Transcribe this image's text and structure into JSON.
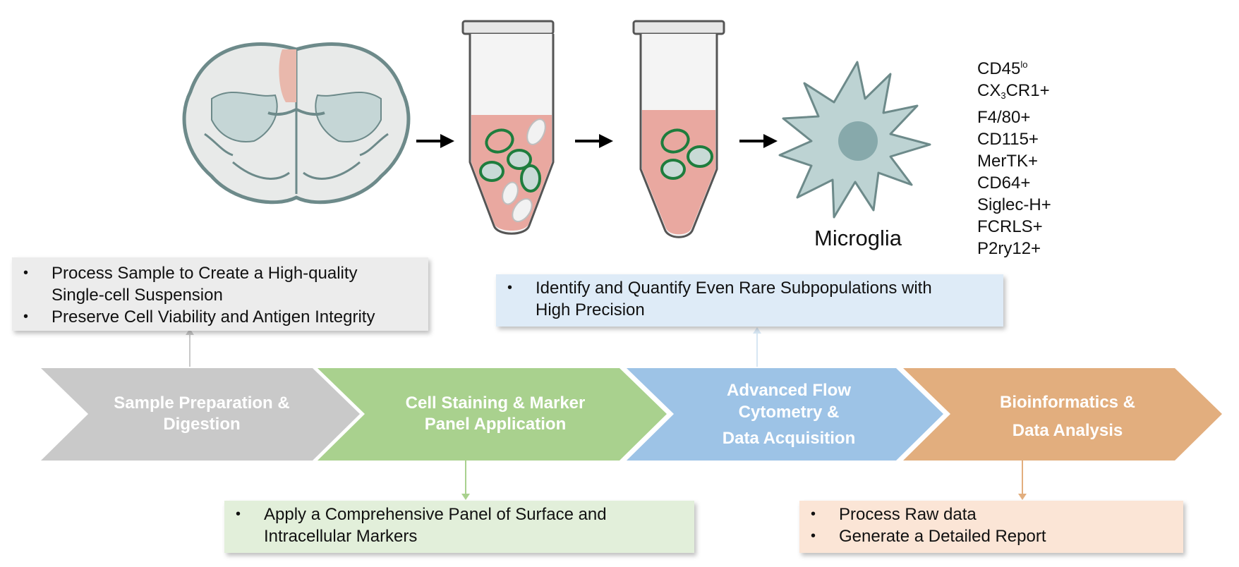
{
  "cell": {
    "name": "Microglia"
  },
  "markers": [
    {
      "base": "CD45",
      "sup": "lo",
      "sub": "",
      "rest": ""
    },
    {
      "base": "CX",
      "sup": "",
      "sub": "3",
      "rest": "CR1+"
    },
    {
      "base": "F4/80+",
      "sup": "",
      "sub": "",
      "rest": ""
    },
    {
      "base": "CD115+",
      "sup": "",
      "sub": "",
      "rest": ""
    },
    {
      "base": "MerTK+",
      "sup": "",
      "sub": "",
      "rest": ""
    },
    {
      "base": "CD64+",
      "sup": "",
      "sub": "",
      "rest": ""
    },
    {
      "base": "Siglec-H+",
      "sup": "",
      "sub": "",
      "rest": ""
    },
    {
      "base": "FCRLS+",
      "sup": "",
      "sub": "",
      "rest": ""
    },
    {
      "base": "P2ry12+",
      "sup": "",
      "sub": "",
      "rest": ""
    }
  ],
  "stages": [
    {
      "line1": "Sample Preparation &",
      "line2": "Digestion",
      "line3": "",
      "color": "#c9c9c9"
    },
    {
      "line1": "Cell Staining & Marker",
      "line2": "Panel Application",
      "line3": "",
      "color": "#a9d18e"
    },
    {
      "line1": "Advanced Flow",
      "line2": "Cytometry &",
      "line3": "Data Acquisition",
      "color": "#9dc3e6"
    },
    {
      "line1": "Bioinformatics &",
      "line2": "Data Analysis",
      "line3": "",
      "color": "#e2ae7e"
    }
  ],
  "notes": {
    "prep": [
      "Process Sample to Create a High-quality Single-cell Suspension",
      "Preserve Cell Viability and Antigen Integrity"
    ],
    "flow": [
      "Identify and Quantify Even Rare Subpopulations with High Precision"
    ],
    "stain": [
      "Apply a Comprehensive Panel of Surface and Intracellular Markers"
    ],
    "bio": [
      "Process Raw data",
      "Generate a Detailed Report"
    ]
  },
  "colors": {
    "brain_fill": "#e8eae9",
    "brain_outline": "#6d8a8a",
    "brain_white_matter": "#c5d6d6",
    "brain_highlight": "#e9b8ac",
    "tube_liquid": "#e9a8a0",
    "cell_ring": "#1e7d3d",
    "microglia_fill": "#bdd3d3",
    "microglia_nucleus": "#87a9ab",
    "connector_prep": "#c9c9c9",
    "connector_stain": "#a9d18e",
    "connector_flow": "#d7e6f3",
    "connector_bio": "#e2ae7e"
  },
  "icons": [
    "brain-section-icon",
    "tube-mixed-cells-icon",
    "tube-sorted-cells-icon",
    "microglia-cell-icon",
    "arrow-right-icon"
  ]
}
